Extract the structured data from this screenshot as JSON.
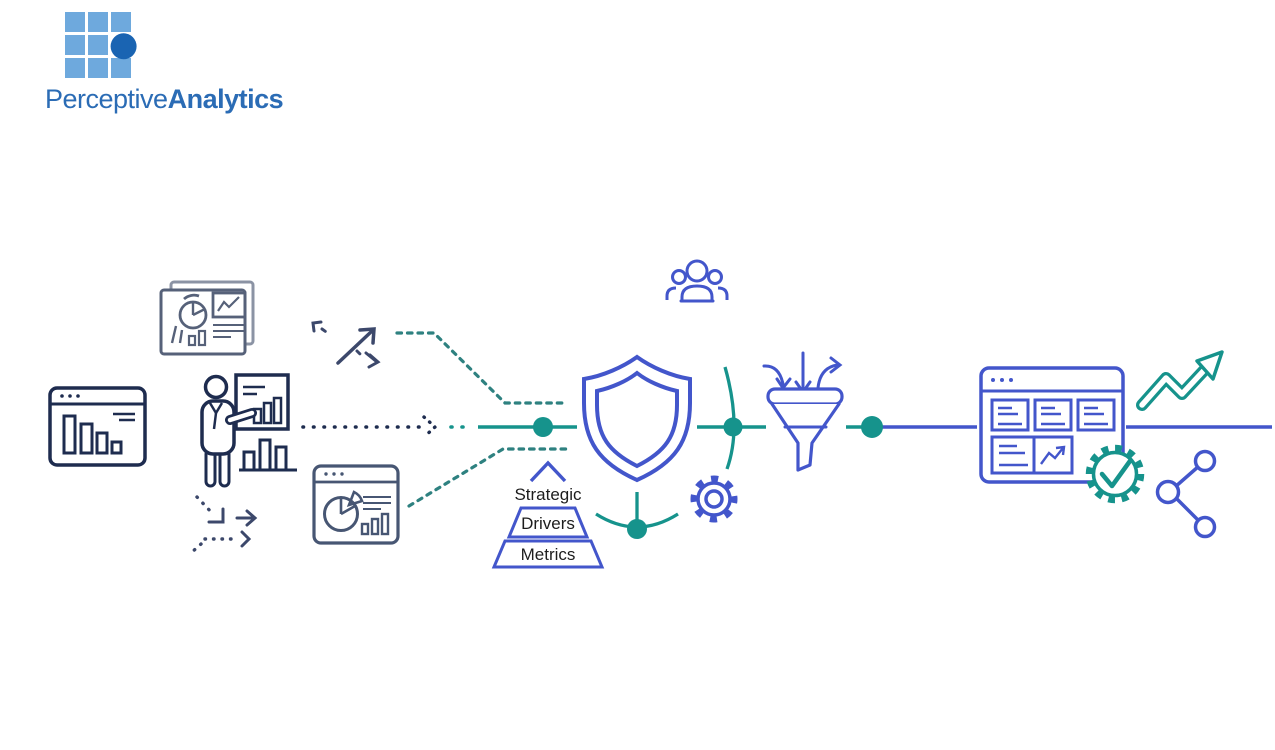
{
  "page": {
    "background": "#ffffff",
    "description": "Perceptive Analytics process illustration"
  },
  "logo": {
    "brand_first": "Perceptive",
    "brand_second": "Analytics",
    "grid_square_color": "#6ea9dd",
    "grid_dot_color": "#1a64b2",
    "text_color": "#2b6cb5"
  },
  "pyramid": {
    "levels": [
      {
        "label": "Strategic"
      },
      {
        "label": "Drivers"
      },
      {
        "label": "Metrics"
      }
    ]
  },
  "colors": {
    "navy": "#1e2c4f",
    "slate": "#566179",
    "slate_light": "#8b93a4",
    "slate_dark": "#475673",
    "blue": "#4356cb",
    "teal": "#16938c",
    "teal_dashed": "#2e8180"
  },
  "icons": [
    "bar-chart-window-icon",
    "reports-stack-icon",
    "presenter-icon",
    "expand-arrow-icon",
    "redirect-arrows-icon",
    "pie-chart-window-icon",
    "team-icon",
    "shield-icon",
    "pyramid-icon",
    "gear-icon",
    "funnel-icon",
    "dashboard-icon",
    "growth-arrow-icon",
    "verified-badge-icon",
    "share-icon",
    "flow-line",
    "flow-node"
  ]
}
